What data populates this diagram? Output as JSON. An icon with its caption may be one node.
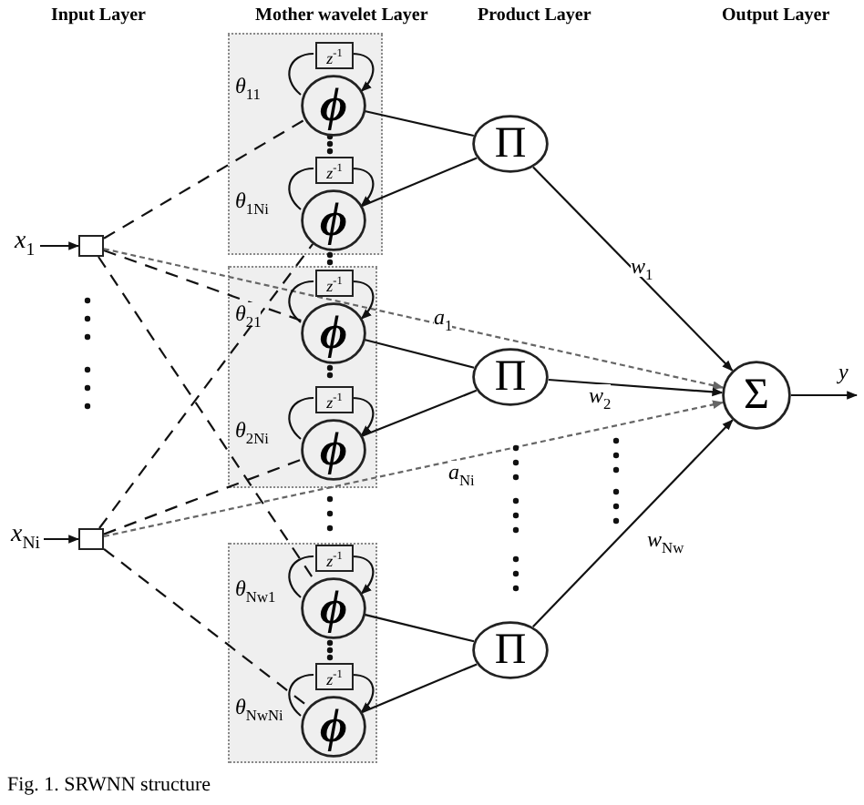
{
  "diagram": {
    "caption": "Fig. 1. SRWNN structure",
    "nodes": [
      {
        "text": [],
        "shape": "box"
      },
      {
        "text": [
          "*z*$^{-1}$"
        ],
        "in": 0
      },
      {
        "text": [
          "ϕ"
        ],
        "beside": [
          "*θ*$_{11}$"
        ],
        "in": 0
      },
      {
        "text": [
          "*z*$^{-1}$"
        ],
        "in": 0
      },
      {
        "text": [
          "ϕ"
        ],
        "beside": [
          "*θ*$_{1Ni}$"
        ],
        "in": 0
      },
      {
        "text": [],
        "shape": "box"
      },
      {
        "text": [
          "*z*$^{-1}$"
        ],
        "in": 5
      },
      {
        "text": [
          "ϕ"
        ],
        "beside": [
          "*θ*$_{21}$"
        ],
        "in": 5
      },
      {
        "text": [
          "*z*$^{-1}$"
        ],
        "in": 5
      },
      {
        "text": [
          "ϕ"
        ],
        "beside": [
          "*θ*$_{2Ni}$"
        ],
        "in": 5
      },
      {
        "text": [],
        "shape": "box"
      },
      {
        "text": [
          "*z*$^{-1}$"
        ],
        "in": 10
      },
      {
        "text": [
          "ϕ"
        ],
        "beside": [
          "*θ*$_{Nw1}$"
        ],
        "in": 10
      },
      {
        "text": [
          "*z*$^{-1}$"
        ],
        "in": 10
      },
      {
        "text": [
          "ϕ"
        ],
        "beside": [
          "*θ*$_{NwNi}$"
        ],
        "in": 10
      },
      {
        "text": [],
        "shape": "box",
        "beside": [
          "*x*$_{1}$"
        ]
      },
      {
        "text": [],
        "shape": "box",
        "beside": [
          "*x*$_{Ni}$"
        ]
      },
      {
        "text": [
          "Π"
        ]
      },
      {
        "text": [
          "Π"
        ]
      },
      {
        "text": [
          "Π"
        ]
      },
      {
        "text": [
          "Σ"
        ]
      }
    ],
    "edges": [
      {
        "from": null,
        "to": 15,
        "arrow": "to"
      },
      {
        "from": null,
        "to": 16,
        "arrow": "to"
      },
      {
        "from": 15,
        "to": 2,
        "arrow": "none",
        "style": "dashed"
      },
      {
        "from": 15,
        "to": 7,
        "arrow": "none",
        "style": "dashed"
      },
      {
        "from": 15,
        "to": 12,
        "arrow": "none",
        "style": "dashed"
      },
      {
        "from": 16,
        "to": 4,
        "arrow": "none",
        "style": "dashed"
      },
      {
        "from": 16,
        "to": 9,
        "arrow": "none",
        "style": "dashed"
      },
      {
        "from": 16,
        "to": 14,
        "arrow": "none",
        "style": "dashed"
      },
      {
        "from": 15,
        "to": 20,
        "arrow": "to",
        "label": "*a*$_{1}$",
        "style": "dashed",
        "color": "#666666"
      },
      {
        "from": 16,
        "to": 20,
        "arrow": "to",
        "label": "*a*$_{Ni}$",
        "style": "dashed",
        "color": "#666666"
      },
      {
        "from": 2,
        "to": 17,
        "arrow": "none"
      },
      {
        "from": 4,
        "to": 17,
        "arrow": "none"
      },
      {
        "from": 7,
        "to": 18,
        "arrow": "none"
      },
      {
        "from": 9,
        "to": 18,
        "arrow": "none"
      },
      {
        "from": 12,
        "to": 19,
        "arrow": "none"
      },
      {
        "from": 14,
        "to": 19,
        "arrow": "none"
      },
      {
        "from": 17,
        "to": 20,
        "arrow": "to",
        "label": "*w*$_{1}$"
      },
      {
        "from": 18,
        "to": 20,
        "arrow": "to",
        "label": "*w*$_{2}$"
      },
      {
        "from": 19,
        "to": 20,
        "arrow": "to",
        "label": "*w*$_{Nw}$"
      },
      {
        "from": 20,
        "to": null,
        "arrow": "to",
        "label": "*y*"
      },
      {
        "from": 1,
        "to": 2,
        "arrow": "to"
      },
      {
        "from": 2,
        "to": 1,
        "arrow": "none"
      },
      {
        "from": 3,
        "to": 4,
        "arrow": "to"
      },
      {
        "from": 4,
        "to": 3,
        "arrow": "none"
      },
      {
        "from": 6,
        "to": 7,
        "arrow": "to"
      },
      {
        "from": 7,
        "to": 6,
        "arrow": "none"
      },
      {
        "from": 8,
        "to": 9,
        "arrow": "to"
      },
      {
        "from": 9,
        "to": 8,
        "arrow": "none"
      },
      {
        "from": 11,
        "to": 12,
        "arrow": "to"
      },
      {
        "from": 12,
        "to": 11,
        "arrow": "none"
      },
      {
        "from": 13,
        "to": 14,
        "arrow": "to"
      },
      {
        "from": 14,
        "to": 13,
        "arrow": "none"
      }
    ],
    "labels": [
      "Input Layer",
      "Mother wavelet Layer",
      "Product Layer",
      "Output Layer"
    ]
  }
}
